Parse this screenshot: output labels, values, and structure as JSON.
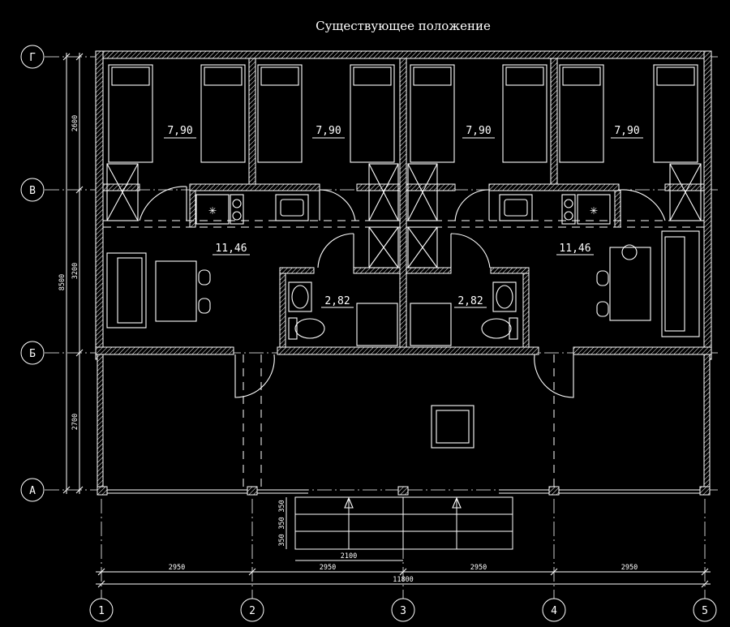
{
  "title": "Существующее положение",
  "rooms": {
    "bedroom_1": "7,90",
    "bedroom_2": "7,90",
    "bedroom_3": "7,90",
    "bedroom_4": "7,90",
    "living_left": "11,46",
    "living_right": "11,46",
    "bath_left": "2,82",
    "bath_right": "2,82"
  },
  "axes": {
    "rows": [
      "Г",
      "В",
      "Б",
      "А"
    ],
    "columns": [
      "1",
      "2",
      "3",
      "4",
      "5"
    ]
  },
  "dimensions": {
    "left": [
      "2600",
      "8500",
      "3200",
      "2700"
    ],
    "bottom": [
      "2950",
      "2950",
      "2950",
      "2950"
    ],
    "total": "11800",
    "stairs_width": "2100",
    "stairs_steps": [
      "350",
      "350",
      "350"
    ]
  },
  "colors": {
    "background": "#000000",
    "lines": "#ffffff"
  }
}
